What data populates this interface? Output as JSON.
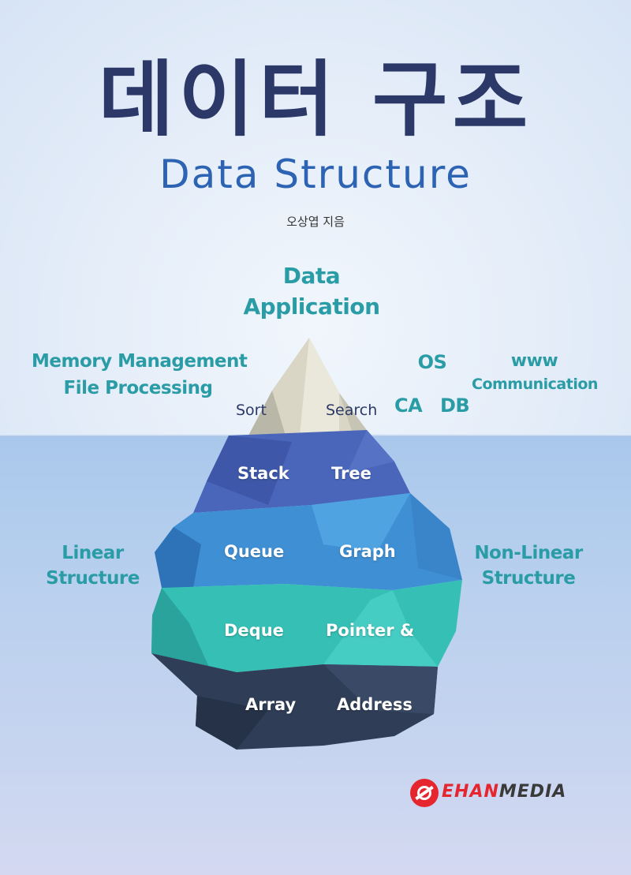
{
  "cover": {
    "title_korean": "데이터 구조",
    "title_english": "Data Structure",
    "author": "오상엽 지음"
  },
  "above_water": {
    "top_line1": "Data",
    "top_line2": "Application",
    "left_line1": "Memory Management",
    "left_line2": "File Processing",
    "os": "OS",
    "ca": "CA",
    "db": "DB",
    "www": "www",
    "communication": "Communication",
    "sort": "Sort",
    "search": "Search"
  },
  "iceberg": {
    "stack": "Stack",
    "tree": "Tree",
    "queue": "Queue",
    "graph": "Graph",
    "deque": "Deque",
    "pointer": "Pointer &",
    "array": "Array",
    "address": "Address"
  },
  "sides": {
    "linear_line1": "Linear",
    "linear_line2": "Structure",
    "nonlinear_line1": "Non-Linear",
    "nonlinear_line2": "Structure"
  },
  "publisher": {
    "ehan": "EHAN",
    "media": "MEDIA"
  },
  "colors": {
    "title": "#2c3968",
    "subtitle": "#2d63b3",
    "teal_label": "#2a9ca6",
    "logo_red": "#e5262f"
  }
}
